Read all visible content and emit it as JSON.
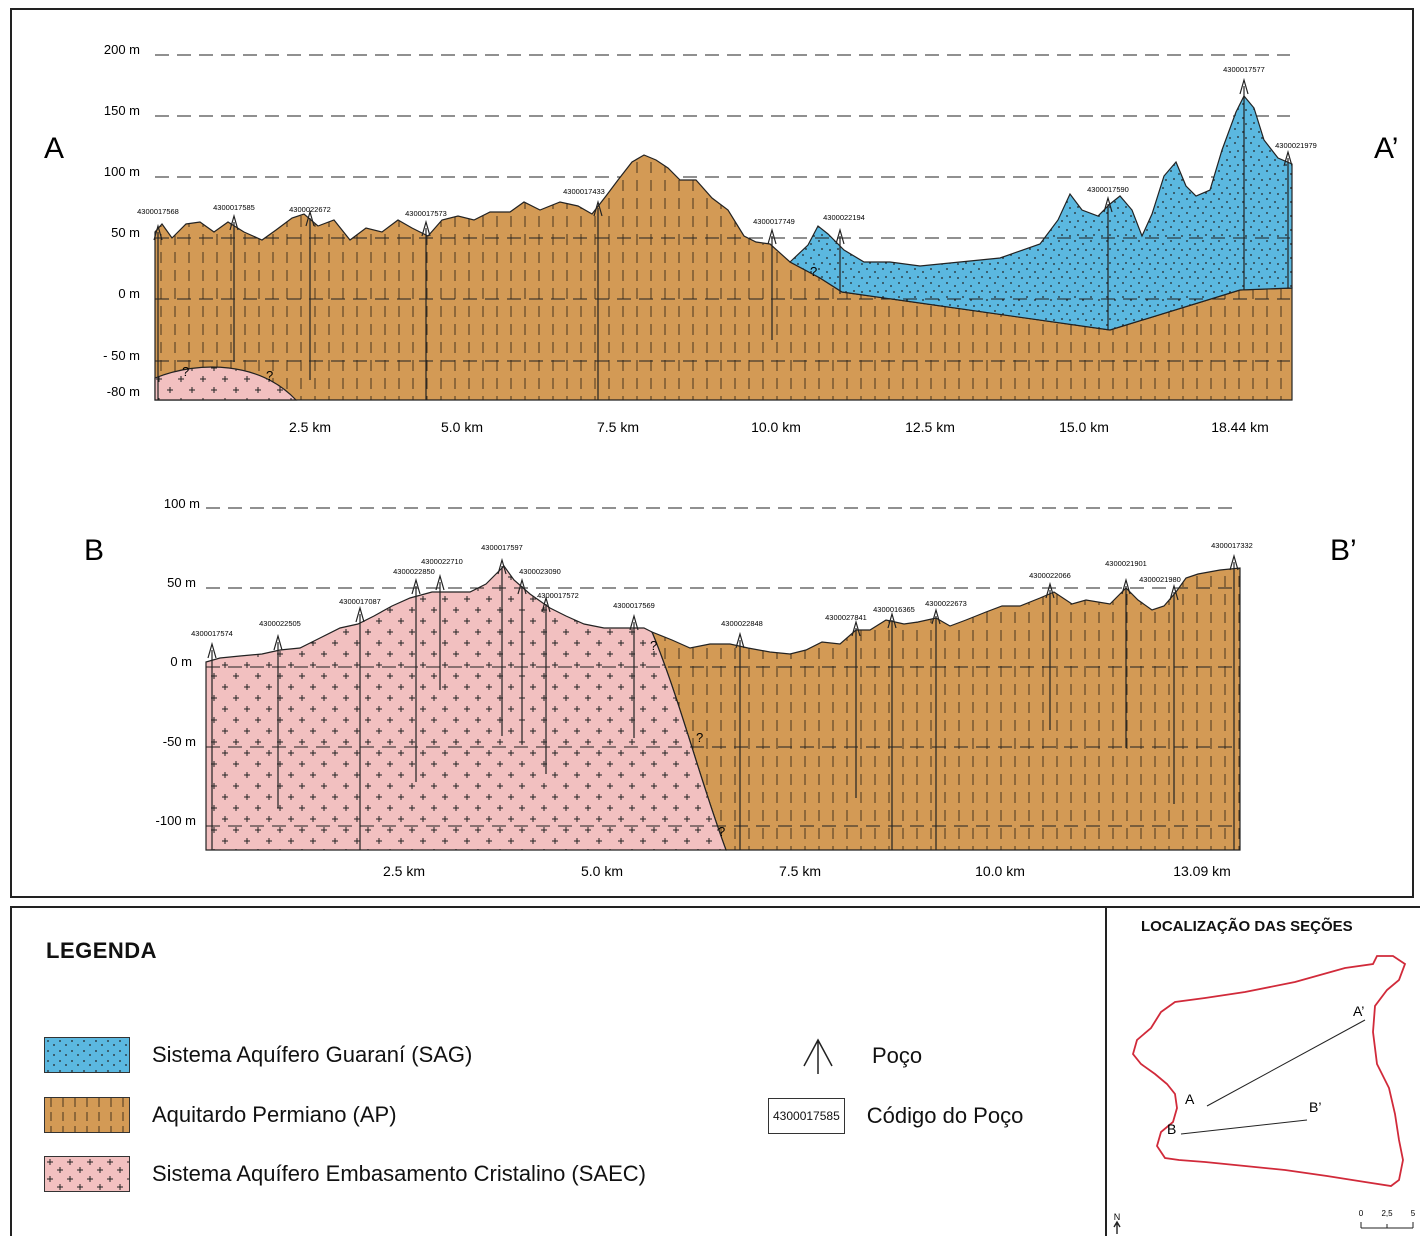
{
  "section_a": {
    "start_label": "A",
    "end_label": "A’",
    "elevation_labels": [
      "200 m",
      "150 m",
      "100 m",
      "50 m",
      "0 m",
      "- 50 m",
      "-80 m"
    ],
    "distance_labels": [
      "2.5 km",
      "5.0 km",
      "7.5 km",
      "10.0 km",
      "12.5 km",
      "15.0 km",
      "18.44 km"
    ],
    "wells": [
      "4300017568",
      "4300017585",
      "4300022672",
      "4300017573",
      "4300017433",
      "4300017749",
      "4300022194",
      "4300017590",
      "4300017577",
      "4300021979"
    ]
  },
  "section_b": {
    "start_label": "B",
    "end_label": "B’",
    "elevation_labels": [
      "100 m",
      "50 m",
      "0 m",
      "-50 m",
      "-100 m"
    ],
    "distance_labels": [
      "2.5 km",
      "5.0 km",
      "7.5 km",
      "10.0 km",
      "13.09 km"
    ],
    "wells": [
      "4300017574",
      "4300022505",
      "4300017087",
      "4300022850",
      "4300022710",
      "4300017597",
      "4300023090",
      "4300017572",
      "4300017569",
      "4300022848",
      "4300027841",
      "4300016365",
      "4300022673",
      "4300022066",
      "4300021901",
      "4300021980",
      "4300017332"
    ]
  },
  "legend": {
    "title": "LEGENDA",
    "units": [
      {
        "label": "Sistema Aquífero Guaraní (SAG)",
        "color": "#5bb8e0"
      },
      {
        "label": "Aquitardo Permiano (AP)",
        "color": "#d39a55"
      },
      {
        "label": "Sistema Aquífero Embasamento Cristalino (SAEC)",
        "color": "#f2c0c0"
      }
    ],
    "well_symbol_label": "Poço",
    "well_code_example": "4300017585",
    "well_code_label": "Código do Poço"
  },
  "location_map": {
    "title": "LOCALIZAÇÃO DAS SEÇÕES",
    "point_a": "A",
    "point_a2": "A’",
    "point_b": "B",
    "point_b2": "B’",
    "north": "N",
    "scale_labels": [
      "0",
      "2,5",
      "5"
    ],
    "outline_color": "#d12a3a"
  }
}
